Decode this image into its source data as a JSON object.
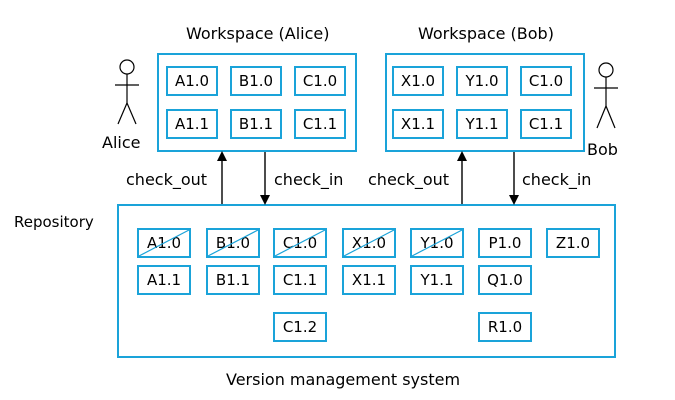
{
  "titles": {
    "alice_workspace": "Workspace (Alice)",
    "bob_workspace": "Workspace (Bob)",
    "repository": "Repository",
    "system": "Version management system"
  },
  "actors": {
    "alice": "Alice",
    "bob": "Bob"
  },
  "arrows": {
    "alice_checkout": "check_out",
    "alice_checkin": "check_in",
    "bob_checkout": "check_out",
    "bob_checkin": "check_in"
  },
  "alice_workspace": [
    "A1.0",
    "B1.0",
    "C1.0",
    "A1.1",
    "B1.1",
    "C1.1"
  ],
  "bob_workspace": [
    "X1.0",
    "Y1.0",
    "C1.0",
    "X1.1",
    "Y1.1",
    "C1.1"
  ],
  "repository": {
    "row1": [
      "A1.0",
      "B1.0",
      "C1.0",
      "X1.0",
      "Y1.0",
      "P1.0",
      "Z1.0"
    ],
    "row2": [
      "A1.1",
      "B1.1",
      "C1.1",
      "X1.1",
      "Y1.1",
      "Q1.0"
    ],
    "row3": [
      "C1.2",
      "R1.0"
    ],
    "crossed_out": [
      "A1.0",
      "B1.0",
      "C1.0",
      "X1.0",
      "Y1.0"
    ]
  },
  "colors": {
    "accent": "#1aa3d9"
  }
}
